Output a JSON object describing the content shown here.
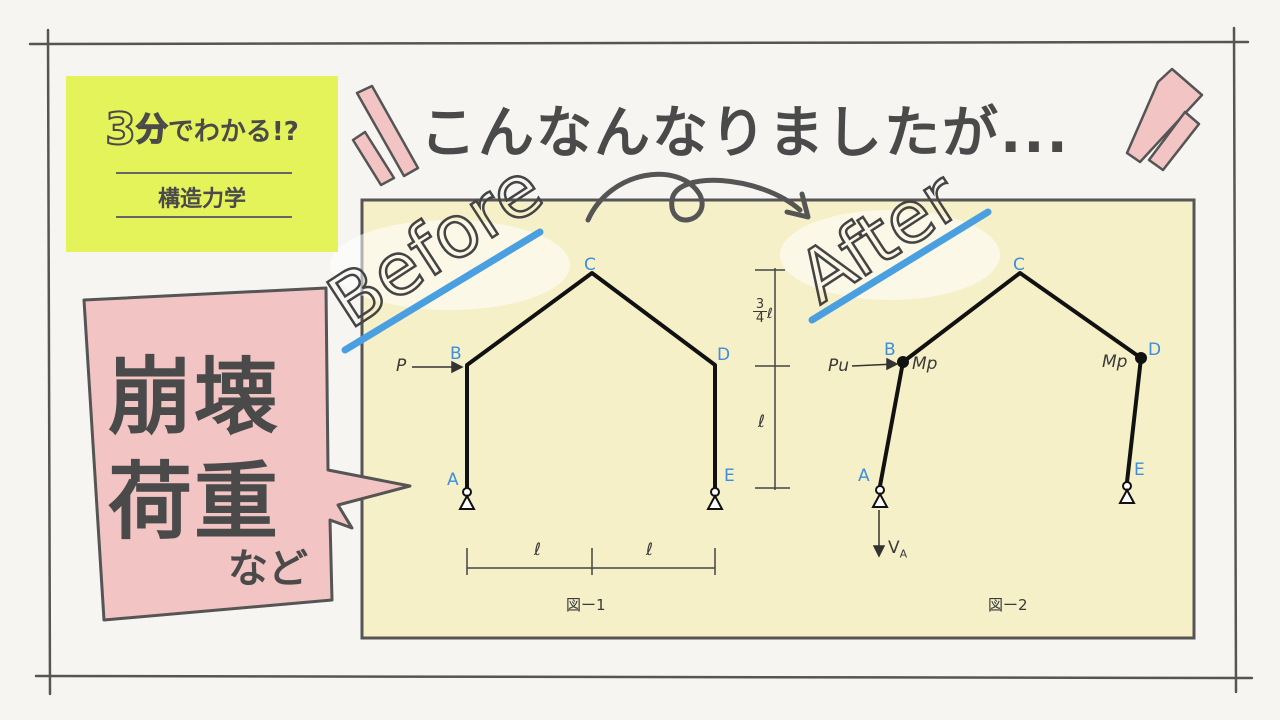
{
  "badge": {
    "number": "3",
    "kanji": "分",
    "tail": "でわかる!?",
    "subtitle": "構造力学"
  },
  "headline": "こんなんなりましたが...",
  "topics": {
    "word1": "崩壊",
    "word2": "荷重",
    "word3": "など"
  },
  "labels": {
    "before": "Before",
    "after": "After"
  },
  "figure1": {
    "caption": "図ー1",
    "load": "P",
    "nodes": {
      "a": "A",
      "b": "B",
      "c": "C",
      "d": "D",
      "e": "E"
    },
    "dim_span": "ℓ",
    "dim_height": "ℓ",
    "dim_rise_num": "3",
    "dim_rise_den": "4",
    "dim_rise_unit": "ℓ"
  },
  "figure2": {
    "caption": "図ー2",
    "load": "Pu",
    "nodes": {
      "a": "A",
      "b": "B",
      "c": "C",
      "d": "D",
      "e": "E"
    },
    "moment_b": "Mp",
    "moment_d": "Mp",
    "reaction_main": "V",
    "reaction_sub": "A"
  },
  "colors": {
    "background": "#f6f5f2",
    "badge": "#e4f35a",
    "pink": "#f2c4c4",
    "panel": "#f6f0c9",
    "ink": "#3a3a3a",
    "accent_blue": "#4a9fe0",
    "node_blue": "#3b8fdc"
  }
}
